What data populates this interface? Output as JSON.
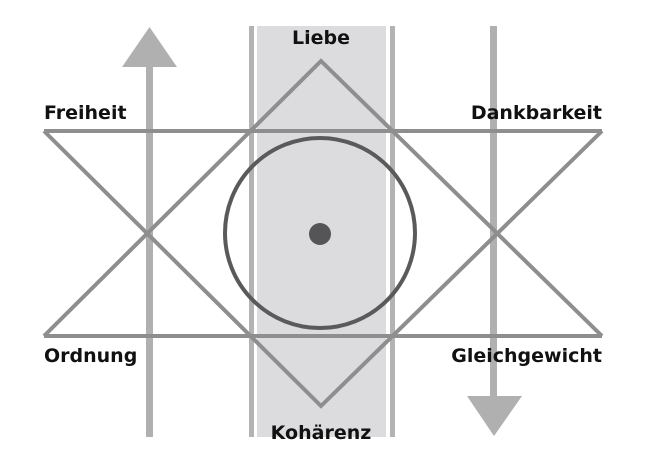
{
  "diagram": {
    "type": "symbolic-star-diagram",
    "labels": {
      "top": "Liebe",
      "bottom": "Kohärenz",
      "top_left": "Freiheit",
      "top_right": "Dankbarkeit",
      "bottom_left": "Ordnung",
      "bottom_right": "Gleichgewicht"
    },
    "arrows": {
      "left": {
        "direction": "up"
      },
      "right": {
        "direction": "down"
      }
    },
    "icons": {
      "center_circle": "circle",
      "center_dot": "dot",
      "up_arrow": "arrow-up-icon",
      "down_arrow": "arrow-down-icon"
    },
    "colors": {
      "background": "#ffffff",
      "band_fill": "#dcdcde",
      "band_stripe": "#b3b3b3",
      "arrow": "#b0b0b0",
      "lines": "#8e8e8e",
      "circle": "#5a5a5c",
      "dot": "#555557",
      "text": "#111111"
    }
  }
}
